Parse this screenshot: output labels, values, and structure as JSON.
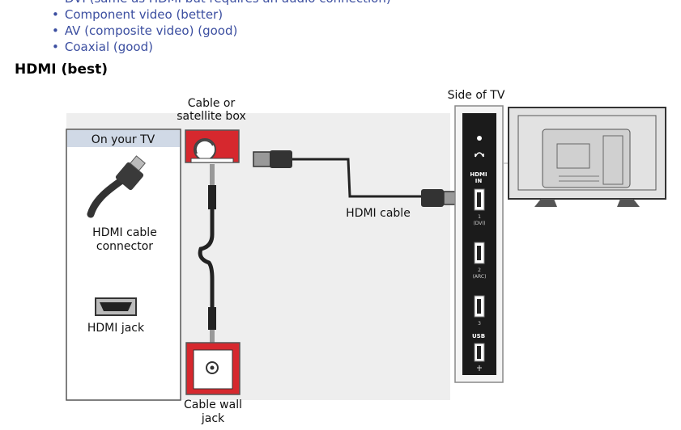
{
  "bullets": [
    "DVI (same as HDMI but requires an audio connection)",
    "Component video (better)",
    "AV (composite video) (good)",
    "Coaxial (good)"
  ],
  "section_title": "HDMI (best)",
  "diagram": {
    "side_of_tv": "Side of TV",
    "cable_box_line1": "Cable or",
    "cable_box_line2": "satellite box",
    "on_your_tv": "On your TV",
    "hdmi_connector_line1": "HDMI cable",
    "hdmi_connector_line2": "connector",
    "hdmi_jack": "HDMI jack",
    "hdmi_cable": "HDMI cable",
    "wall_jack_line1": "Cable wall",
    "wall_jack_line2": "jack",
    "panel_hdmi_in_1": "HDMI",
    "panel_hdmi_in_2": "IN",
    "port1_num": "1",
    "port1_sub": "(DVI)",
    "port2_num": "2",
    "port2_sub": "(ARC)",
    "port3_num": "3",
    "usb": "USB"
  },
  "colors": {
    "accent_blue": "#3b4ea0",
    "device_red": "#d6282e",
    "panel_bg": "#eeeeee"
  }
}
